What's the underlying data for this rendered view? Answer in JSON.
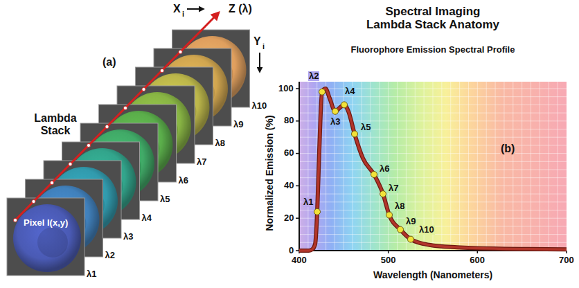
{
  "diagram": {
    "title": "Spectral Imaging Lambda Stack Anatomy",
    "labels": [
      "(a)",
      "Lambda Stack",
      "X",
      "i",
      "Z (λ)",
      "Y",
      "i",
      "Pixel I(x,y)",
      "λ1",
      "λ2",
      "λ3",
      "λ4",
      "λ5",
      "λ6",
      "λ7",
      "λ8",
      "λ9",
      "λ10",
      "Fluorophore Emission Spectral Profile",
      "(b)",
      "100",
      "80",
      "60",
      "40",
      "20",
      "0",
      "400",
      "500",
      "600",
      "700",
      "Normalized Emission (%)",
      "Wavelength (Nanometers)",
      "λ1",
      "λ2",
      "λ3",
      "λ4",
      "λ5",
      "λ6",
      "λ7",
      "λ8",
      "λ9",
      "λ10"
    ]
  }
}
